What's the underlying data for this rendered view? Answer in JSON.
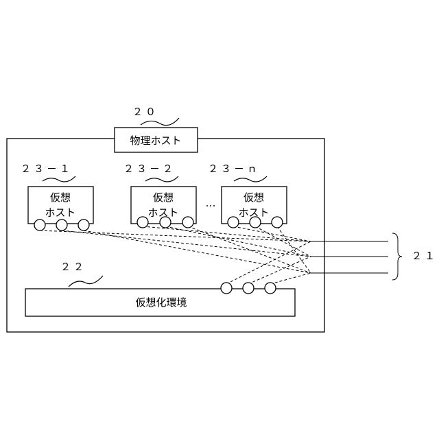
{
  "diagram": {
    "physical_host": {
      "ref": "２０",
      "label": "物理ホスト"
    },
    "virtual_hosts": [
      {
        "ref": "２３－１",
        "label_line1": "仮想",
        "label_line2": "ホスト"
      },
      {
        "ref": "２３－２",
        "label_line1": "仮想",
        "label_line2": "ホスト"
      },
      {
        "ref": "２３－ｎ",
        "label_line1": "仮想",
        "label_line2": "ホスト"
      }
    ],
    "ellipsis": "…",
    "virtualization_env": {
      "ref": "２２",
      "label": "仮想化環境"
    },
    "network": {
      "ref": "２１"
    }
  }
}
